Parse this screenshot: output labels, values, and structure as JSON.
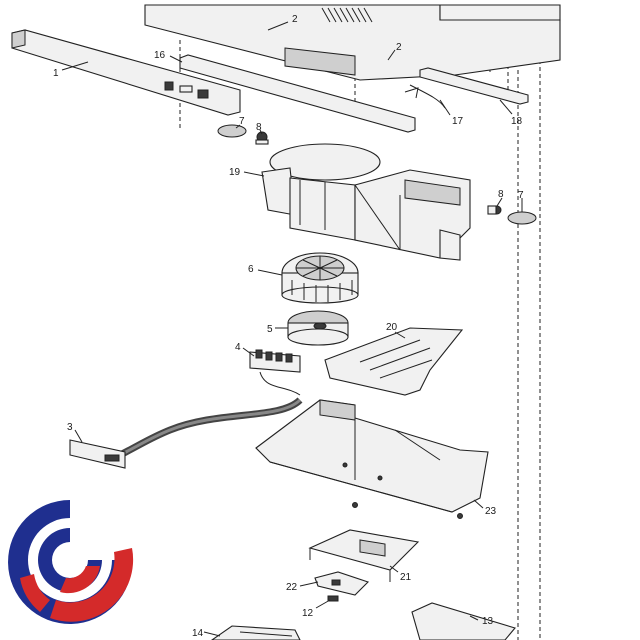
{
  "diagram": {
    "callouts": [
      {
        "id": "c1",
        "text": "1"
      },
      {
        "id": "c2a",
        "text": "2"
      },
      {
        "id": "c2b",
        "text": "2"
      },
      {
        "id": "c3",
        "text": "3"
      },
      {
        "id": "c4",
        "text": "4"
      },
      {
        "id": "c5",
        "text": "5"
      },
      {
        "id": "c6",
        "text": "6"
      },
      {
        "id": "c7a",
        "text": "7"
      },
      {
        "id": "c7b",
        "text": "7"
      },
      {
        "id": "c8a",
        "text": "8"
      },
      {
        "id": "c8b",
        "text": "8"
      },
      {
        "id": "c12",
        "text": "12"
      },
      {
        "id": "c13",
        "text": "13"
      },
      {
        "id": "c14",
        "text": "14"
      },
      {
        "id": "c16",
        "text": "16"
      },
      {
        "id": "c17",
        "text": "17"
      },
      {
        "id": "c18",
        "text": "18"
      },
      {
        "id": "c19",
        "text": "19"
      },
      {
        "id": "c20",
        "text": "20"
      },
      {
        "id": "c21",
        "text": "21"
      },
      {
        "id": "c22",
        "text": "22"
      },
      {
        "id": "c23",
        "text": "23"
      }
    ],
    "logo_colors": {
      "blue": "#1f2f8f",
      "red": "#d42a2a"
    }
  }
}
